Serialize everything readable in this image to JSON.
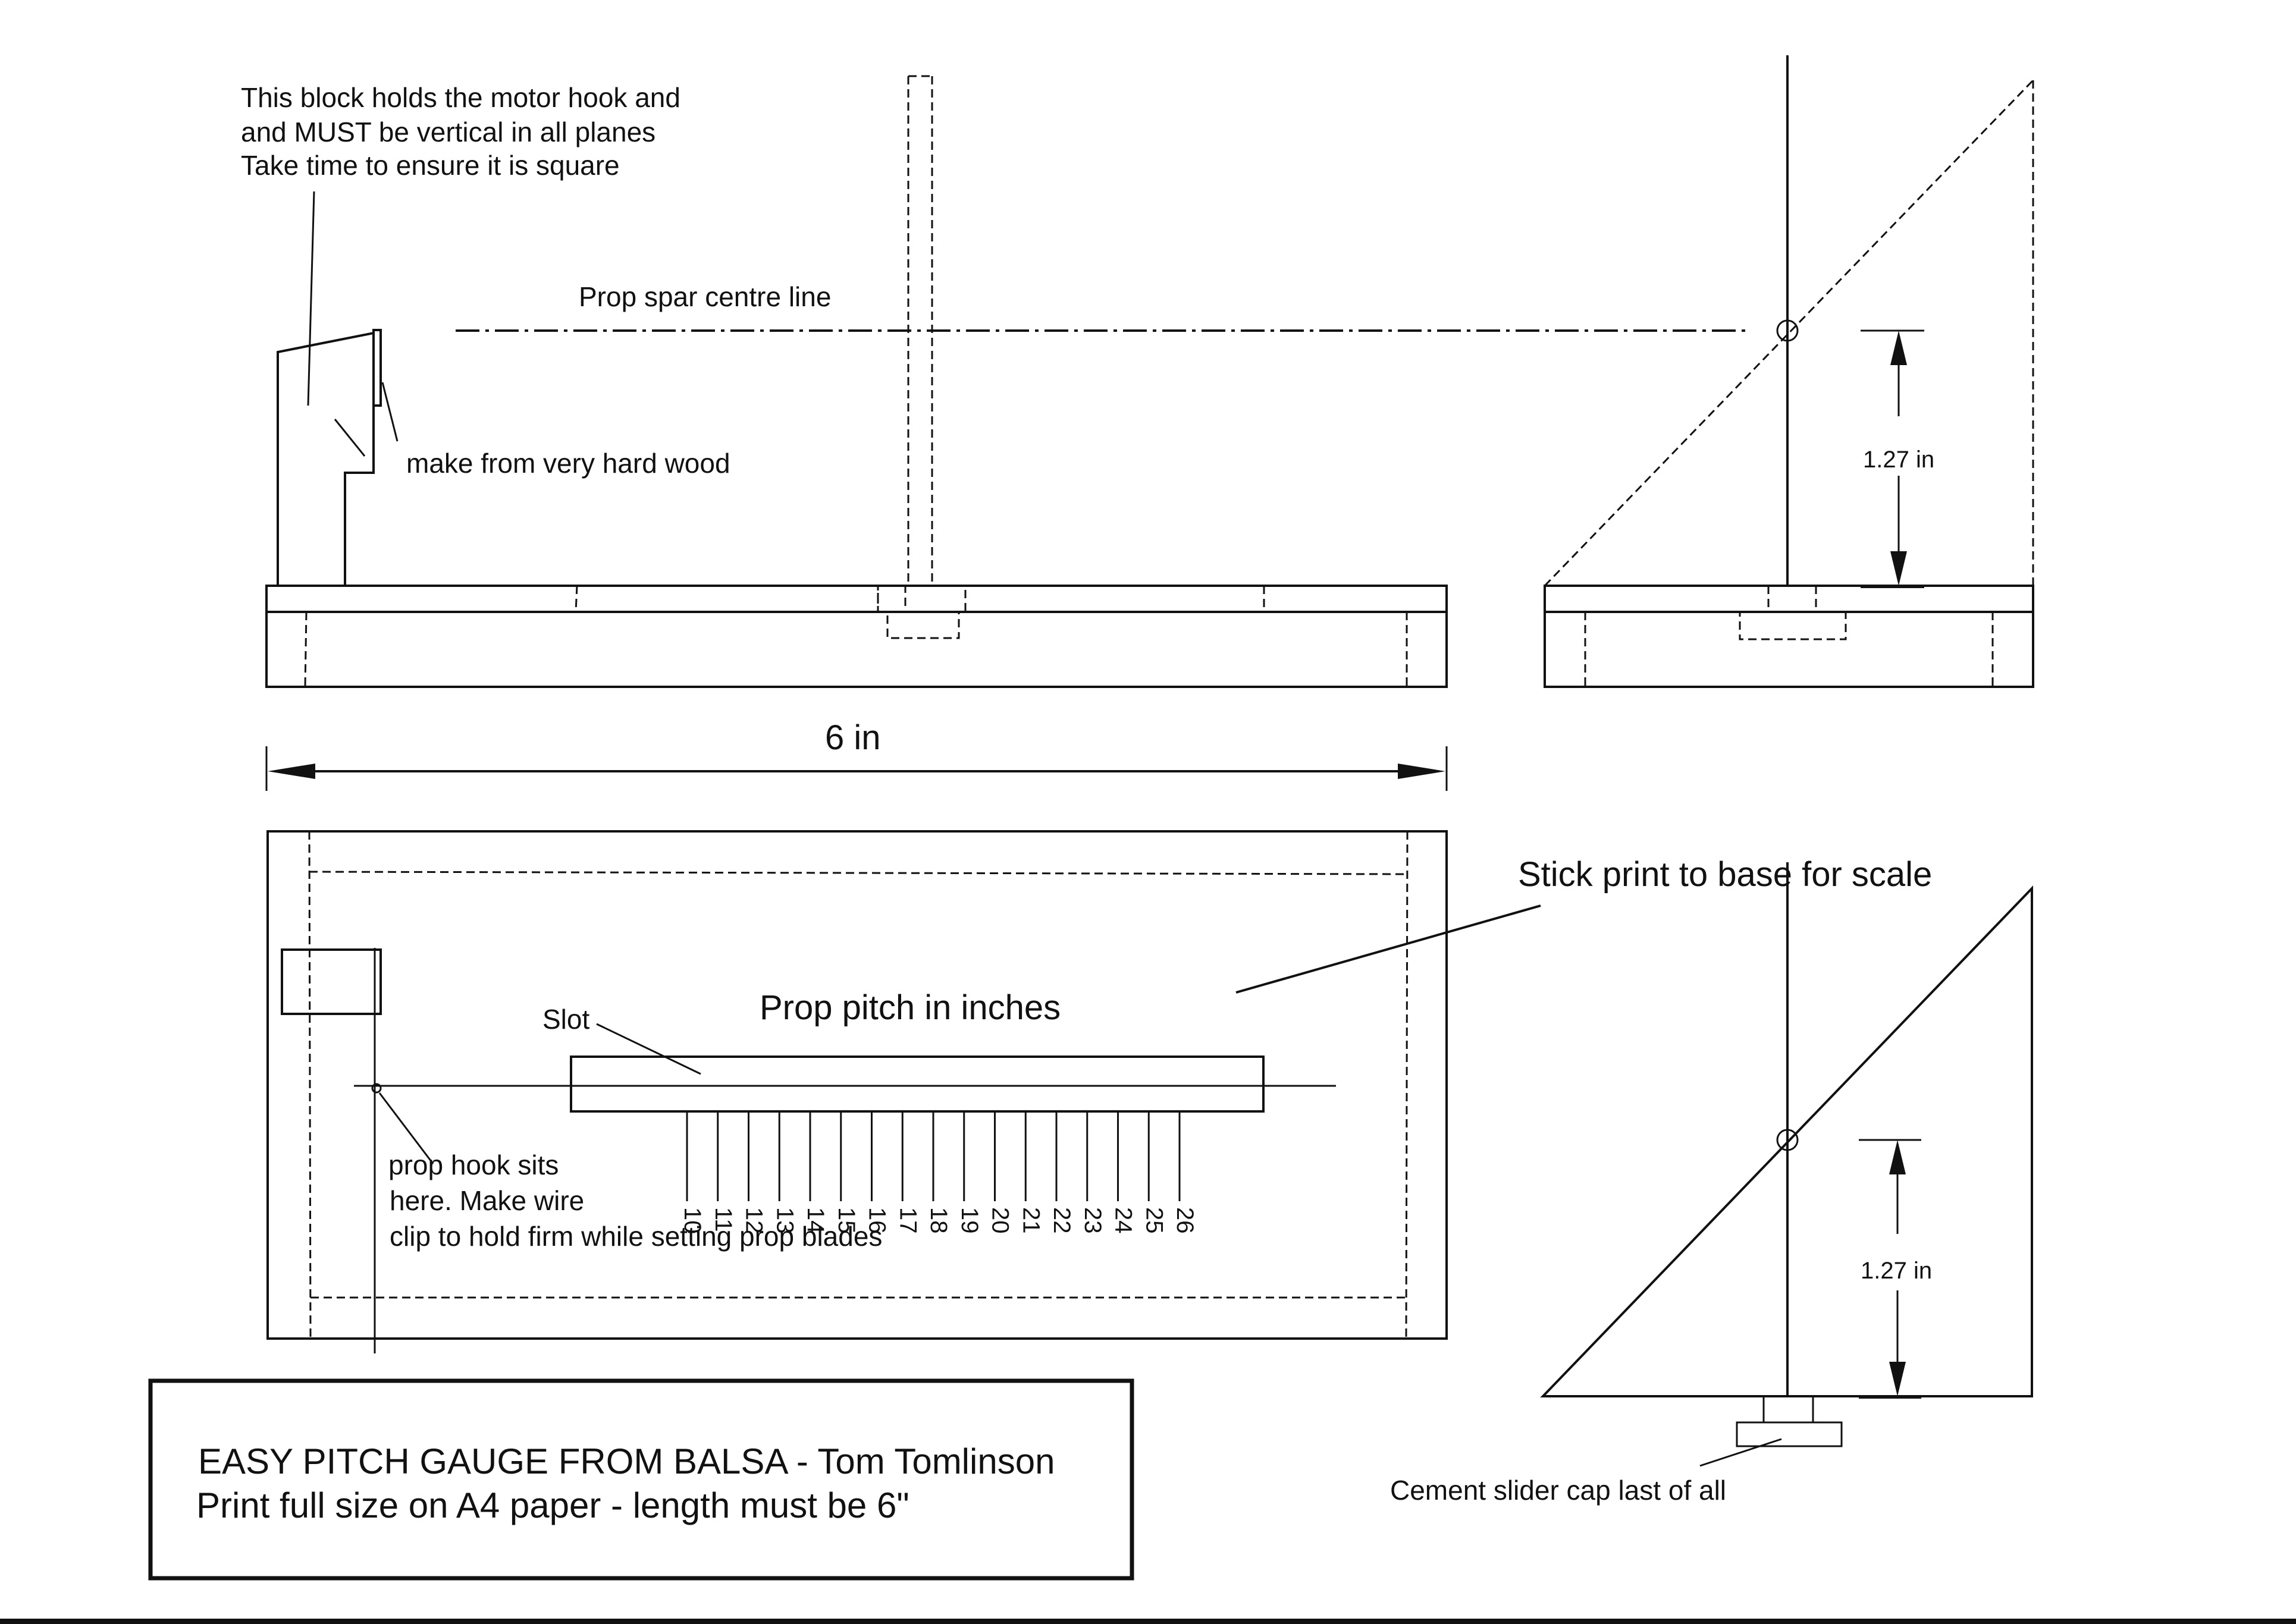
{
  "annotations": {
    "motor_block_note": [
      "This block holds the motor hook and",
      "and MUST be vertical in all planes",
      " Take time to ensure it is square"
    ],
    "prop_spar_label": "Prop spar  centre line",
    "hard_wood_note": "make from very hard wood",
    "overall_length": "6 in",
    "side_height_dim": "1.27 in",
    "front_height_dim": "1.27 in",
    "stick_print_note": "Stick print to base for scale",
    "slot_label": "Slot",
    "pitch_scale_title": "Prop pitch in inches",
    "prop_hook_note": [
      "prop hook sits",
      "here. Make wire",
      " clip to hold firm while setting prop blades"
    ],
    "slider_cap_note": "Cement slider cap last of all"
  },
  "pitch_scale": {
    "unit": "inches",
    "ticks": [
      "10",
      "11",
      "12",
      "13",
      "14",
      "15",
      "16",
      "17",
      "18",
      "19",
      "20",
      "21",
      "22",
      "23",
      "24",
      "25",
      "26"
    ]
  },
  "title_block": {
    "line1": "EASY PITCH GAUGE FROM BALSA - Tom Tomlinson",
    "line2": "Print full size on A4 paper - length must be 6\""
  },
  "colors": {
    "ink": "#111111",
    "paper": "#ffffff"
  }
}
